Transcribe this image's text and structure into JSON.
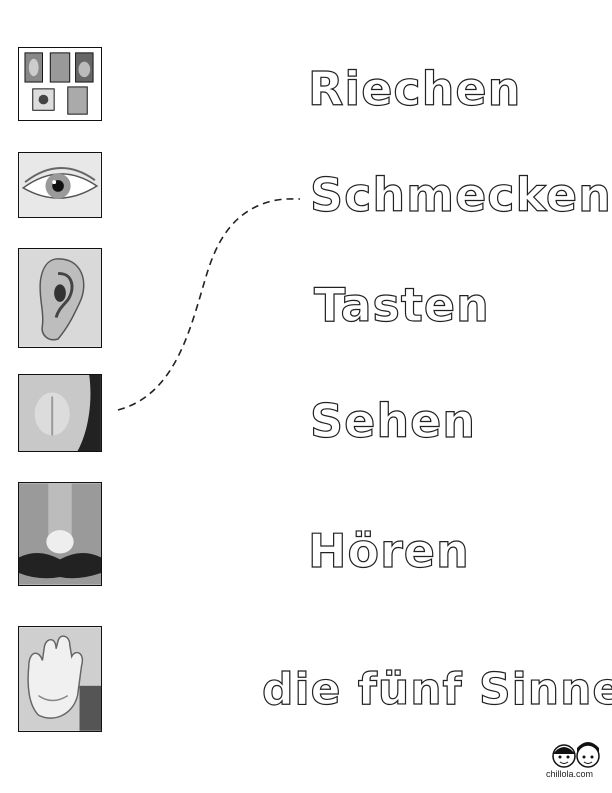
{
  "worksheet": {
    "words": [
      "Riechen",
      "Schmecken",
      "Tasten",
      "Sehen",
      "Hören"
    ],
    "title": "die fünf Sinne",
    "credit": "chillola.com"
  },
  "pictures": [
    {
      "name": "five-senses-collage-picture"
    },
    {
      "name": "eye-picture"
    },
    {
      "name": "ear-picture"
    },
    {
      "name": "tongue-picture"
    },
    {
      "name": "nose-picture"
    },
    {
      "name": "hand-picture"
    }
  ]
}
